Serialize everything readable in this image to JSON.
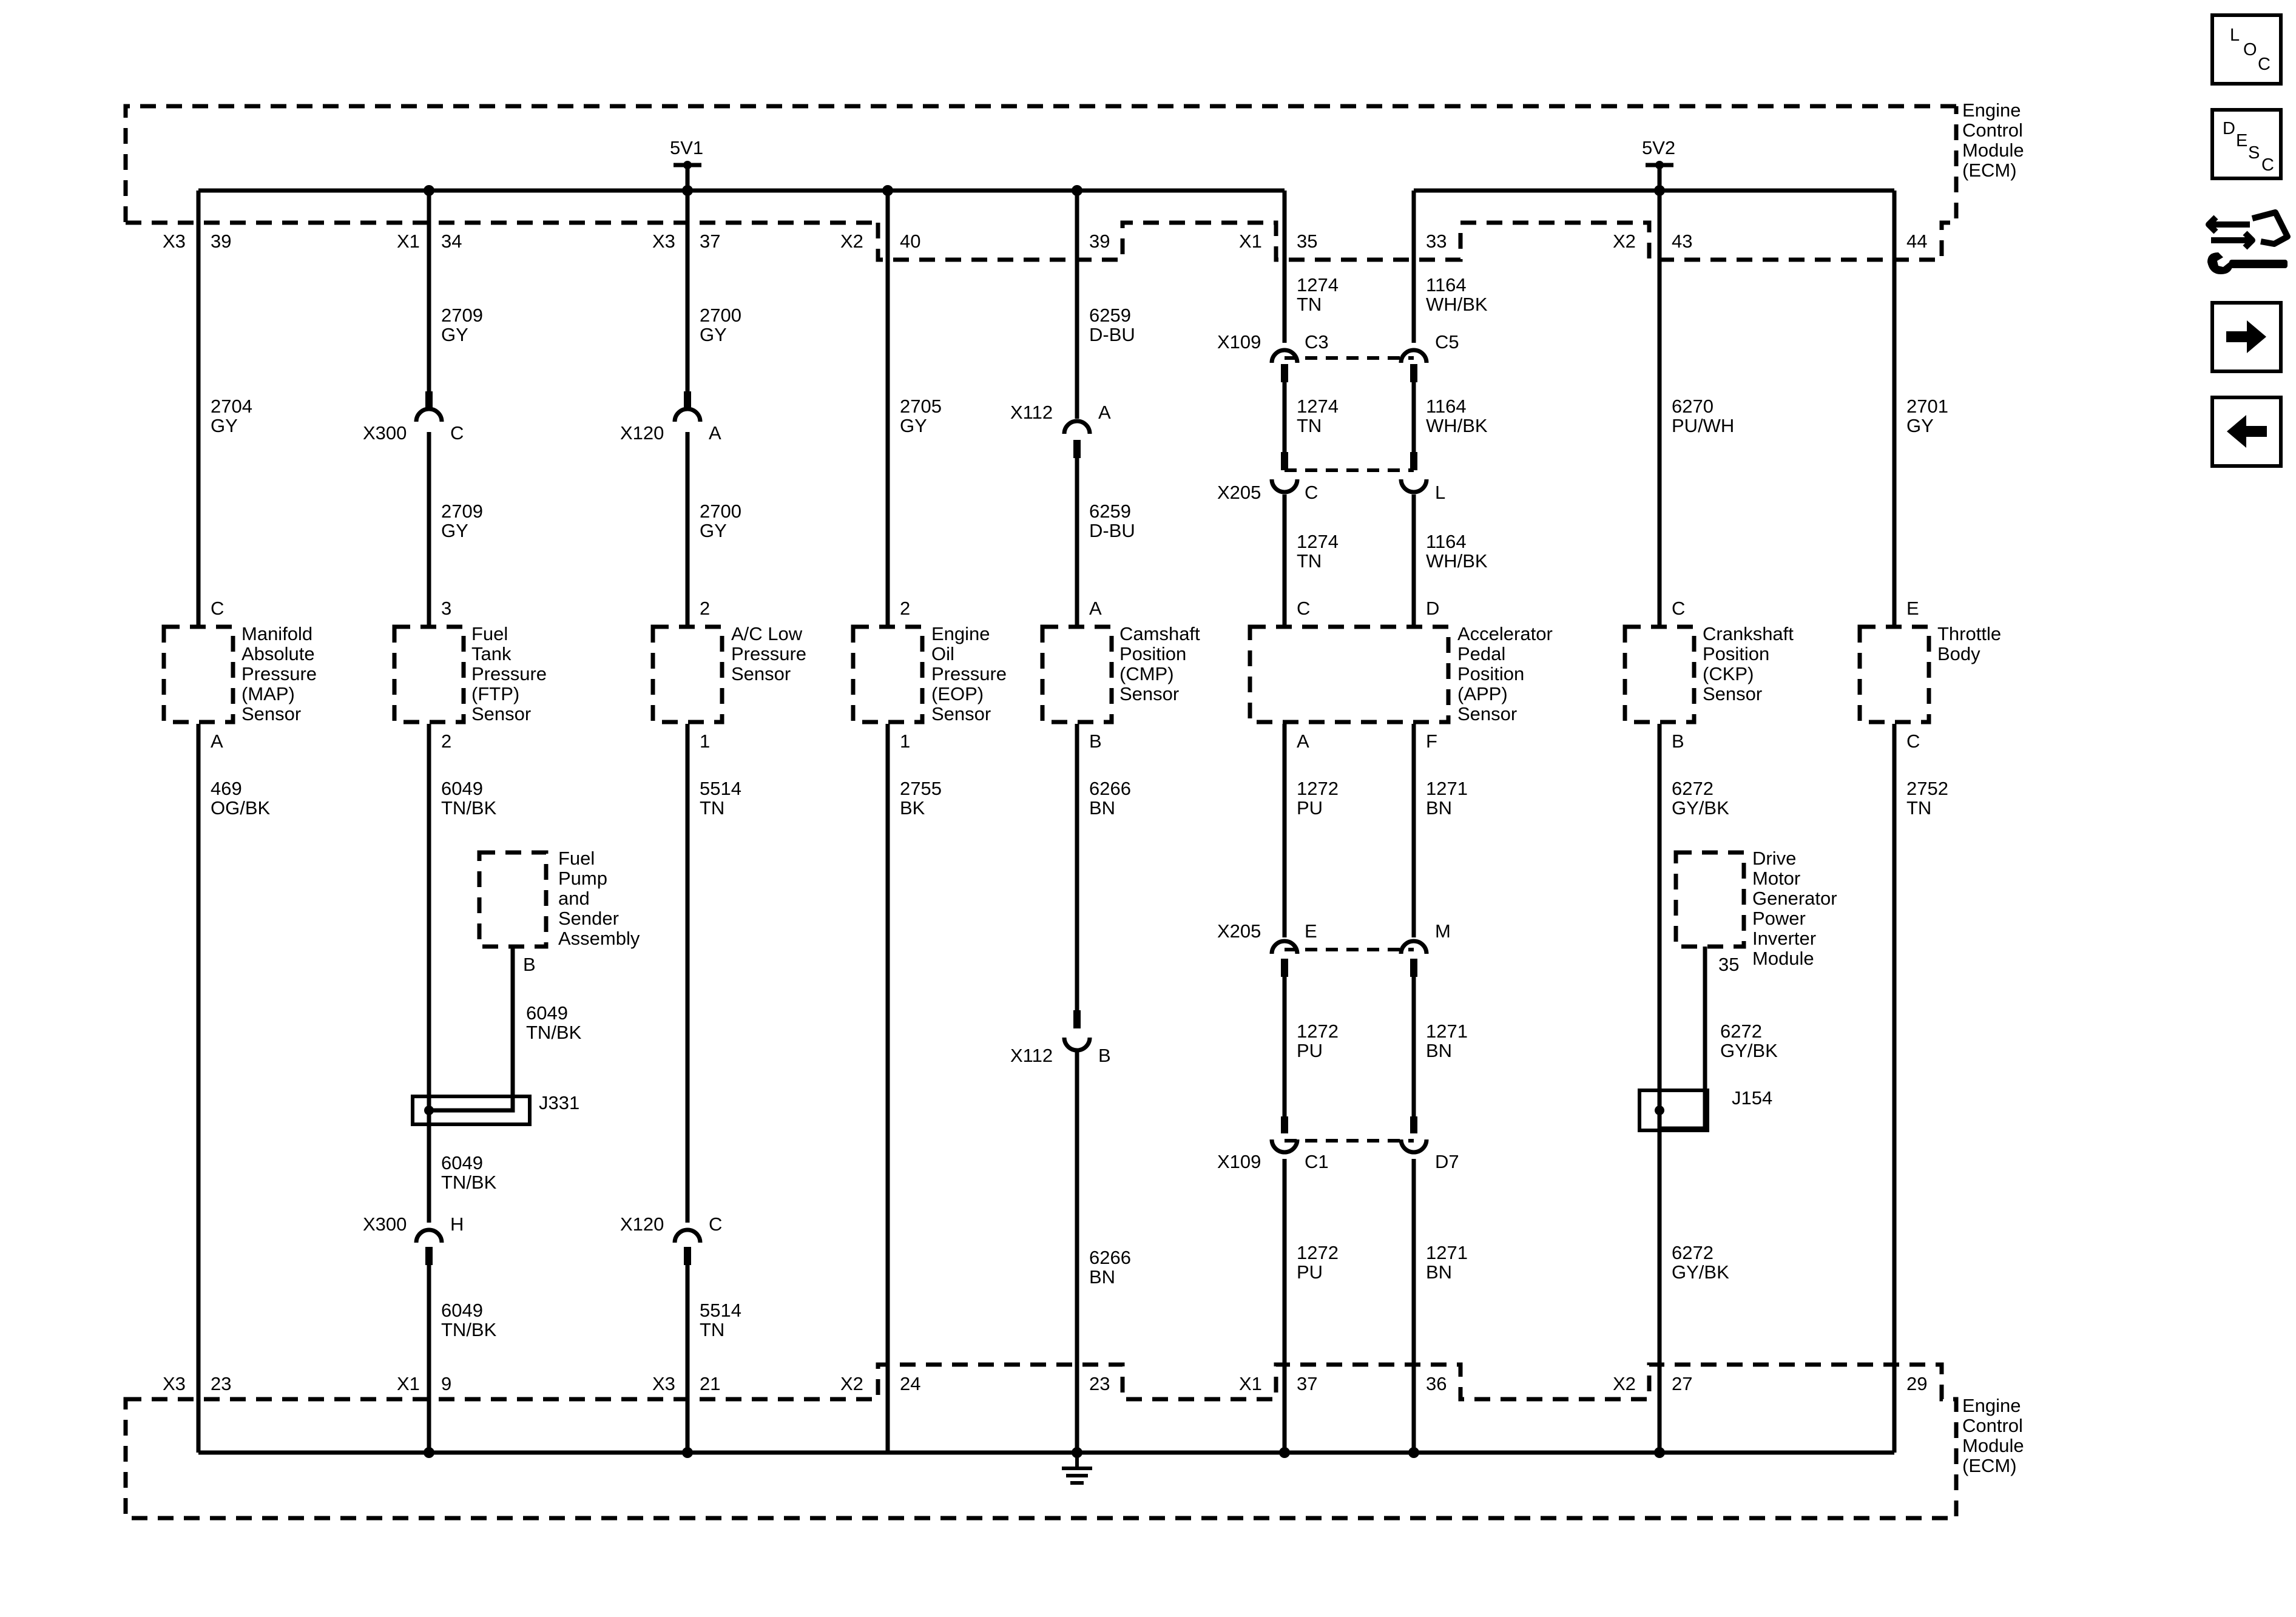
{
  "ecm_top_label": [
    "Engine",
    "Control",
    "Module",
    "(ECM)"
  ],
  "ecm_bottom_label": [
    "Engine",
    "Control",
    "Module",
    "(ECM)"
  ],
  "supply_5v1": "5V1",
  "supply_5v2": "5V2",
  "top_pins": [
    {
      "connector": "X3",
      "pin": "39"
    },
    {
      "connector": "X1",
      "pin": "34"
    },
    {
      "connector": "X3",
      "pin": "37"
    },
    {
      "connector": "X2",
      "pin": "40"
    },
    {
      "connector": "",
      "pin": "39"
    },
    {
      "connector": "X1",
      "pin": "35"
    },
    {
      "connector": "",
      "pin": "33"
    },
    {
      "connector": "X2",
      "pin": "43"
    },
    {
      "connector": "",
      "pin": "44"
    }
  ],
  "bottom_pins": [
    {
      "connector": "X3",
      "pin": "23"
    },
    {
      "connector": "X1",
      "pin": "9"
    },
    {
      "connector": "X3",
      "pin": "21"
    },
    {
      "connector": "X2",
      "pin": "24"
    },
    {
      "connector": "",
      "pin": "23"
    },
    {
      "connector": "X1",
      "pin": "37"
    },
    {
      "connector": "",
      "pin": "36"
    },
    {
      "connector": "X2",
      "pin": "27"
    },
    {
      "connector": "",
      "pin": "29"
    }
  ],
  "wires": [
    {
      "id": "w1",
      "circuit": "2704",
      "color": "GY"
    },
    {
      "id": "w2",
      "circuit": "2709",
      "color": "GY"
    },
    {
      "id": "w3",
      "circuit": "2709",
      "color": "GY"
    },
    {
      "id": "w4",
      "circuit": "2700",
      "color": "GY"
    },
    {
      "id": "w5",
      "circuit": "2700",
      "color": "GY"
    },
    {
      "id": "w6",
      "circuit": "2705",
      "color": "GY"
    },
    {
      "id": "w7",
      "circuit": "6259",
      "color": "D-BU"
    },
    {
      "id": "w8",
      "circuit": "6259",
      "color": "D-BU"
    },
    {
      "id": "w9",
      "circuit": "1274",
      "color": "TN"
    },
    {
      "id": "w10",
      "circuit": "1274",
      "color": "TN"
    },
    {
      "id": "w11",
      "circuit": "1274",
      "color": "TN"
    },
    {
      "id": "w12",
      "circuit": "1164",
      "color": "WH/BK"
    },
    {
      "id": "w13",
      "circuit": "1164",
      "color": "WH/BK"
    },
    {
      "id": "w14",
      "circuit": "1164",
      "color": "WH/BK"
    },
    {
      "id": "w15",
      "circuit": "6270",
      "color": "PU/WH"
    },
    {
      "id": "w16",
      "circuit": "2701",
      "color": "GY"
    },
    {
      "id": "w17",
      "circuit": "469",
      "color": "OG/BK"
    },
    {
      "id": "w18",
      "circuit": "6049",
      "color": "TN/BK"
    },
    {
      "id": "w19",
      "circuit": "6049",
      "color": "TN/BK"
    },
    {
      "id": "w20",
      "circuit": "6049",
      "color": "TN/BK"
    },
    {
      "id": "w21",
      "circuit": "6049",
      "color": "TN/BK"
    },
    {
      "id": "w22",
      "circuit": "5514",
      "color": "TN"
    },
    {
      "id": "w23",
      "circuit": "5514",
      "color": "TN"
    },
    {
      "id": "w24",
      "circuit": "2755",
      "color": "BK"
    },
    {
      "id": "w25",
      "circuit": "6266",
      "color": "BN"
    },
    {
      "id": "w26",
      "circuit": "6266",
      "color": "BN"
    },
    {
      "id": "w27",
      "circuit": "1272",
      "color": "PU"
    },
    {
      "id": "w28",
      "circuit": "1272",
      "color": "PU"
    },
    {
      "id": "w29",
      "circuit": "1272",
      "color": "PU"
    },
    {
      "id": "w30",
      "circuit": "1271",
      "color": "BN"
    },
    {
      "id": "w31",
      "circuit": "1271",
      "color": "BN"
    },
    {
      "id": "w32",
      "circuit": "1271",
      "color": "BN"
    },
    {
      "id": "w33",
      "circuit": "6272",
      "color": "GY/BK"
    },
    {
      "id": "w34",
      "circuit": "6272",
      "color": "GY/BK"
    },
    {
      "id": "w35",
      "circuit": "6272",
      "color": "GY/BK"
    },
    {
      "id": "w36",
      "circuit": "2752",
      "color": "TN"
    }
  ],
  "inline_connectors": [
    {
      "id": "c1",
      "name": "X300",
      "pin": "C"
    },
    {
      "id": "c2",
      "name": "X120",
      "pin": "A"
    },
    {
      "id": "c3",
      "name": "X112",
      "pin": "A"
    },
    {
      "id": "c4",
      "name": "X109",
      "pin": "C3"
    },
    {
      "id": "c5",
      "name": "",
      "pin": "C5"
    },
    {
      "id": "c6",
      "name": "X205",
      "pin": "C"
    },
    {
      "id": "c7",
      "name": "",
      "pin": "L"
    },
    {
      "id": "c8",
      "name": "X300",
      "pin": "H"
    },
    {
      "id": "c9",
      "name": "X120",
      "pin": "C"
    },
    {
      "id": "c10",
      "name": "X112",
      "pin": "B"
    },
    {
      "id": "c11",
      "name": "X205",
      "pin": "E"
    },
    {
      "id": "c12",
      "name": "",
      "pin": "M"
    },
    {
      "id": "c13",
      "name": "X109",
      "pin": "C1"
    },
    {
      "id": "c14",
      "name": "",
      "pin": "D7"
    }
  ],
  "components": [
    {
      "id": "map",
      "label": [
        "Manifold",
        "Absolute",
        "Pressure",
        "(MAP)",
        "Sensor"
      ],
      "pin_top": "C",
      "pin_bottom": "A"
    },
    {
      "id": "ftp",
      "label": [
        "Fuel",
        "Tank",
        "Pressure",
        "(FTP)",
        "Sensor"
      ],
      "pin_top": "3",
      "pin_bottom": "2"
    },
    {
      "id": "ac",
      "label": [
        "A/C Low",
        "Pressure",
        "Sensor"
      ],
      "pin_top": "2",
      "pin_bottom": "1"
    },
    {
      "id": "eop",
      "label": [
        "Engine",
        "Oil",
        "Pressure",
        "(EOP)",
        "Sensor"
      ],
      "pin_top": "2",
      "pin_bottom": "1"
    },
    {
      "id": "cmp",
      "label": [
        "Camshaft",
        "Position",
        "(CMP)",
        "Sensor"
      ],
      "pin_top": "A",
      "pin_bottom": "B"
    },
    {
      "id": "app",
      "label": [
        "Accelerator",
        "Pedal",
        "Position",
        "(APP)",
        "Sensor"
      ],
      "pin_top_left": "C",
      "pin_top_right": "D",
      "pin_bottom_left": "A",
      "pin_bottom_right": "F"
    },
    {
      "id": "ckp",
      "label": [
        "Crankshaft",
        "Position",
        "(CKP)",
        "Sensor"
      ],
      "pin_top": "C",
      "pin_bottom": "B"
    },
    {
      "id": "tb",
      "label": [
        "Throttle",
        "Body"
      ],
      "pin_top": "E",
      "pin_bottom": "C"
    },
    {
      "id": "fpump",
      "label": [
        "Fuel",
        "Pump",
        "and",
        "Sender",
        "Assembly"
      ],
      "pin": "B"
    },
    {
      "id": "dmg",
      "label": [
        "Drive",
        "Motor",
        "Generator",
        "Power",
        "Inverter",
        "Module"
      ],
      "pin": "35"
    }
  ],
  "splices": [
    {
      "id": "s1",
      "name": "J331"
    },
    {
      "id": "s2",
      "name": "J154"
    }
  ],
  "nav": {
    "loc": [
      "L",
      "O",
      "C"
    ],
    "desc": [
      "D",
      "E",
      "S",
      "C"
    ]
  },
  "icons": {
    "loc": "loc-icon",
    "desc": "desc-icon",
    "connector_view": "connector-wrench-icon",
    "next": "arrow-right-icon",
    "prev": "arrow-left-icon",
    "ground": "ground-icon"
  }
}
